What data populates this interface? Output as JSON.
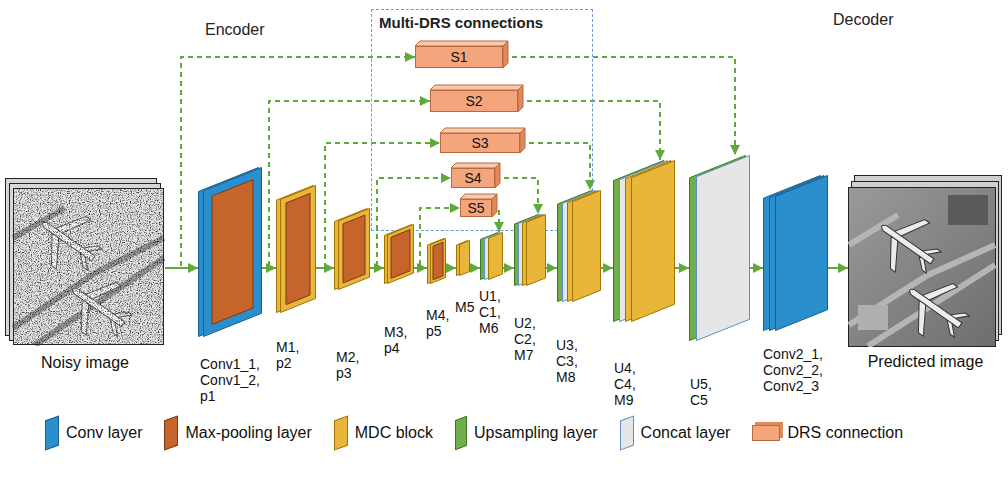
{
  "diagram": {
    "nodes": [
      {
        "text": [
          "Multi-DRS connections"
        ]
      },
      {
        "text": [
          "S1"
        ],
        "in": 0
      },
      {
        "text": [
          "S2"
        ],
        "in": 0
      },
      {
        "text": [
          "S3"
        ],
        "in": 0
      },
      {
        "text": [
          "S4"
        ],
        "in": 0
      },
      {
        "text": [
          "S5"
        ],
        "in": 0
      },
      {
        "text": [
          "Noisy image"
        ]
      },
      {
        "text": [
          "Conv1_1, Conv1_2, p1"
        ]
      },
      {
        "text": [
          "M1, p2"
        ]
      },
      {
        "text": [
          "M2, p3"
        ]
      },
      {
        "text": [
          "M3, p4"
        ]
      },
      {
        "text": [
          "M4, p5"
        ]
      },
      {
        "text": [
          "M5"
        ]
      },
      {
        "text": [
          "U1, C1, M6"
        ]
      },
      {
        "text": [
          "U2, C2, M7"
        ]
      },
      {
        "text": [
          "U3, C3, M8"
        ]
      },
      {
        "text": [
          "U4, C4, M9"
        ]
      },
      {
        "text": [
          "U5, C5"
        ]
      },
      {
        "text": [
          "Conv2_1, Conv2_2, Conv2_3"
        ]
      },
      {
        "text": [
          "Predicted image"
        ]
      }
    ],
    "edges": [
      {
        "from": 6,
        "to": 7,
        "arrow": "to"
      },
      {
        "from": 7,
        "to": 8,
        "arrow": "to"
      },
      {
        "from": 8,
        "to": 9,
        "arrow": "to"
      },
      {
        "from": 9,
        "to": 10,
        "arrow": "to"
      },
      {
        "from": 10,
        "to": 11,
        "arrow": "to"
      },
      {
        "from": 11,
        "to": 12,
        "arrow": "to"
      },
      {
        "from": 12,
        "to": 13,
        "arrow": "to"
      },
      {
        "from": 13,
        "to": 14,
        "arrow": "to"
      },
      {
        "from": 14,
        "to": 15,
        "arrow": "to"
      },
      {
        "from": 15,
        "to": 16,
        "arrow": "to"
      },
      {
        "from": 16,
        "to": 17,
        "arrow": "to"
      },
      {
        "from": 17,
        "to": 18,
        "arrow": "to"
      },
      {
        "from": 18,
        "to": 19,
        "arrow": "to"
      },
      {
        "from": 6,
        "to": 1,
        "arrow": "to"
      },
      {
        "from": 1,
        "to": 17,
        "arrow": "to"
      },
      {
        "from": 7,
        "to": 2,
        "arrow": "to"
      },
      {
        "from": 2,
        "to": 16,
        "arrow": "to"
      },
      {
        "from": 8,
        "to": 3,
        "arrow": "to"
      },
      {
        "from": 3,
        "to": 15,
        "arrow": "to"
      },
      {
        "from": 9,
        "to": 4,
        "arrow": "to"
      },
      {
        "from": 4,
        "to": 14,
        "arrow": "to"
      },
      {
        "from": 10,
        "to": 5,
        "arrow": "to"
      },
      {
        "from": 5,
        "to": 13,
        "arrow": "to"
      }
    ],
    "labels": [
      "Encoder",
      "Decoder"
    ],
    "legend": [
      {
        "text": "Conv layer",
        "color": "#2b8fce"
      },
      {
        "text": "Max-pooling layer",
        "color": "#c5652b"
      },
      {
        "text": "MDC block",
        "color": "#e9b63a"
      },
      {
        "text": "Upsampling layer",
        "color": "#6fae4a"
      },
      {
        "text": "Concat layer",
        "color": "#e6e6e6"
      },
      {
        "text": "DRS connection",
        "color": "#f4a57c"
      }
    ]
  }
}
